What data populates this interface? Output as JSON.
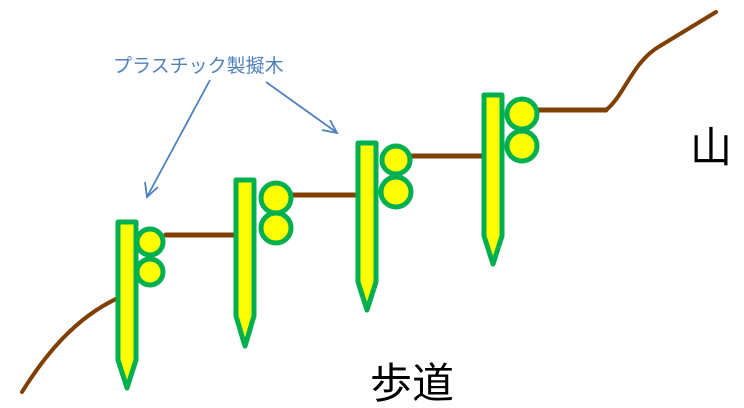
{
  "callout_label": "プラスチック製擬木",
  "mountain_label": "山",
  "path_label": "歩道",
  "colors": {
    "stake_fill": "#ffff00",
    "stake_outline": "#00b050",
    "ground_and_rail": "#7f3f00",
    "callout_text_and_arrows": "#4f81bd",
    "label_text": "#000000"
  }
}
